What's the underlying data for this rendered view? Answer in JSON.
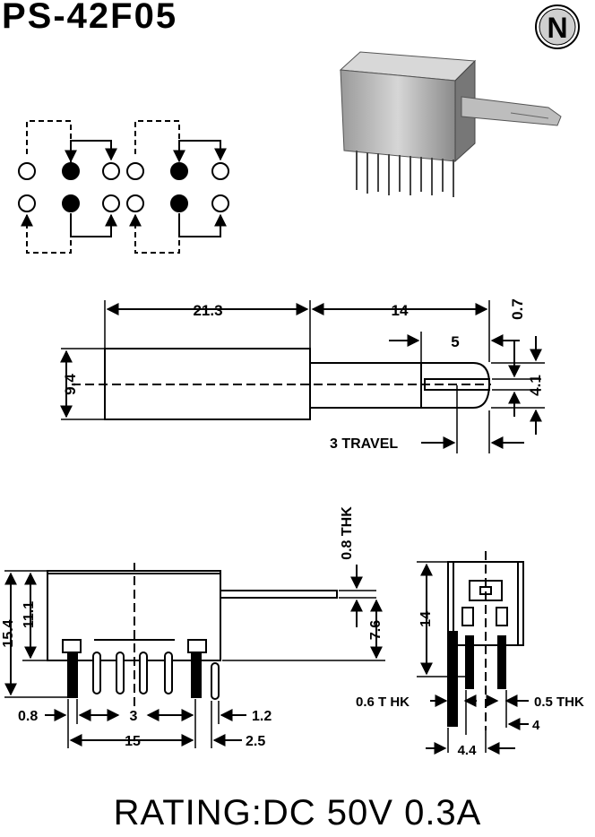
{
  "header": {
    "part_number": "PS-42F05",
    "logo_letter": "N"
  },
  "footer": {
    "rating": "RATING:DC 50V 0.3A"
  },
  "top_view": {
    "length": "21.3",
    "shaft_length": "14",
    "shaft_tip": "5",
    "tip_offset": "0.7",
    "height": "9.4",
    "shaft_width": "4.1",
    "travel": "3 TRAVEL"
  },
  "side_view": {
    "thickness": "0.8 THK",
    "total_height": "15.4",
    "body_height": "11.1",
    "shaft_height": "7.6",
    "pin_offset": "0.8",
    "pin_pitch": "3",
    "pin_gap": "1.2",
    "pin_span": "15",
    "end_pin": "2.5"
  },
  "end_view": {
    "height": "14",
    "thk_left": "0.6 T HK",
    "thk_right": "0.5 THK",
    "width_a": "4",
    "width_b": "4.4"
  },
  "colors": {
    "line": "#000000",
    "background": "#ffffff",
    "body_gray": "#b8b8b8"
  }
}
